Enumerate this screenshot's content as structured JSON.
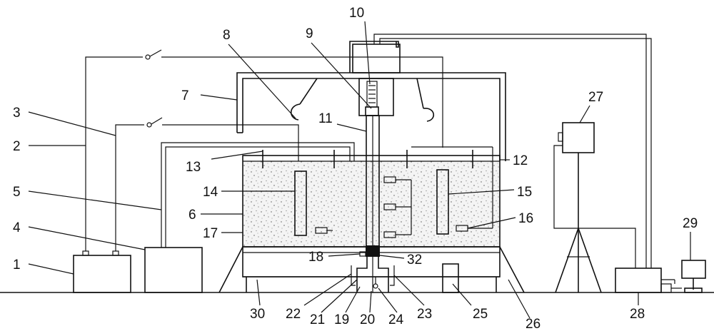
{
  "labels": {
    "l1": "1",
    "l2": "2",
    "l3": "3",
    "l4": "4",
    "l5": "5",
    "l6": "6",
    "l7": "7",
    "l8": "8",
    "l9": "9",
    "l10": "10",
    "l11": "11",
    "l12": "12",
    "l13": "13",
    "l14": "14",
    "l15": "15",
    "l16": "16",
    "l17": "17",
    "l18": "18",
    "l19": "19",
    "l20": "20",
    "l21": "21",
    "l22": "22",
    "l23": "23",
    "l24": "24",
    "l25": "25",
    "l26": "26",
    "l27": "27",
    "l28": "28",
    "l29": "29",
    "l30": "30",
    "l32": "32"
  },
  "colors": {
    "line": "#111111",
    "sand": "#dcdcdc",
    "background": "#ffffff"
  }
}
